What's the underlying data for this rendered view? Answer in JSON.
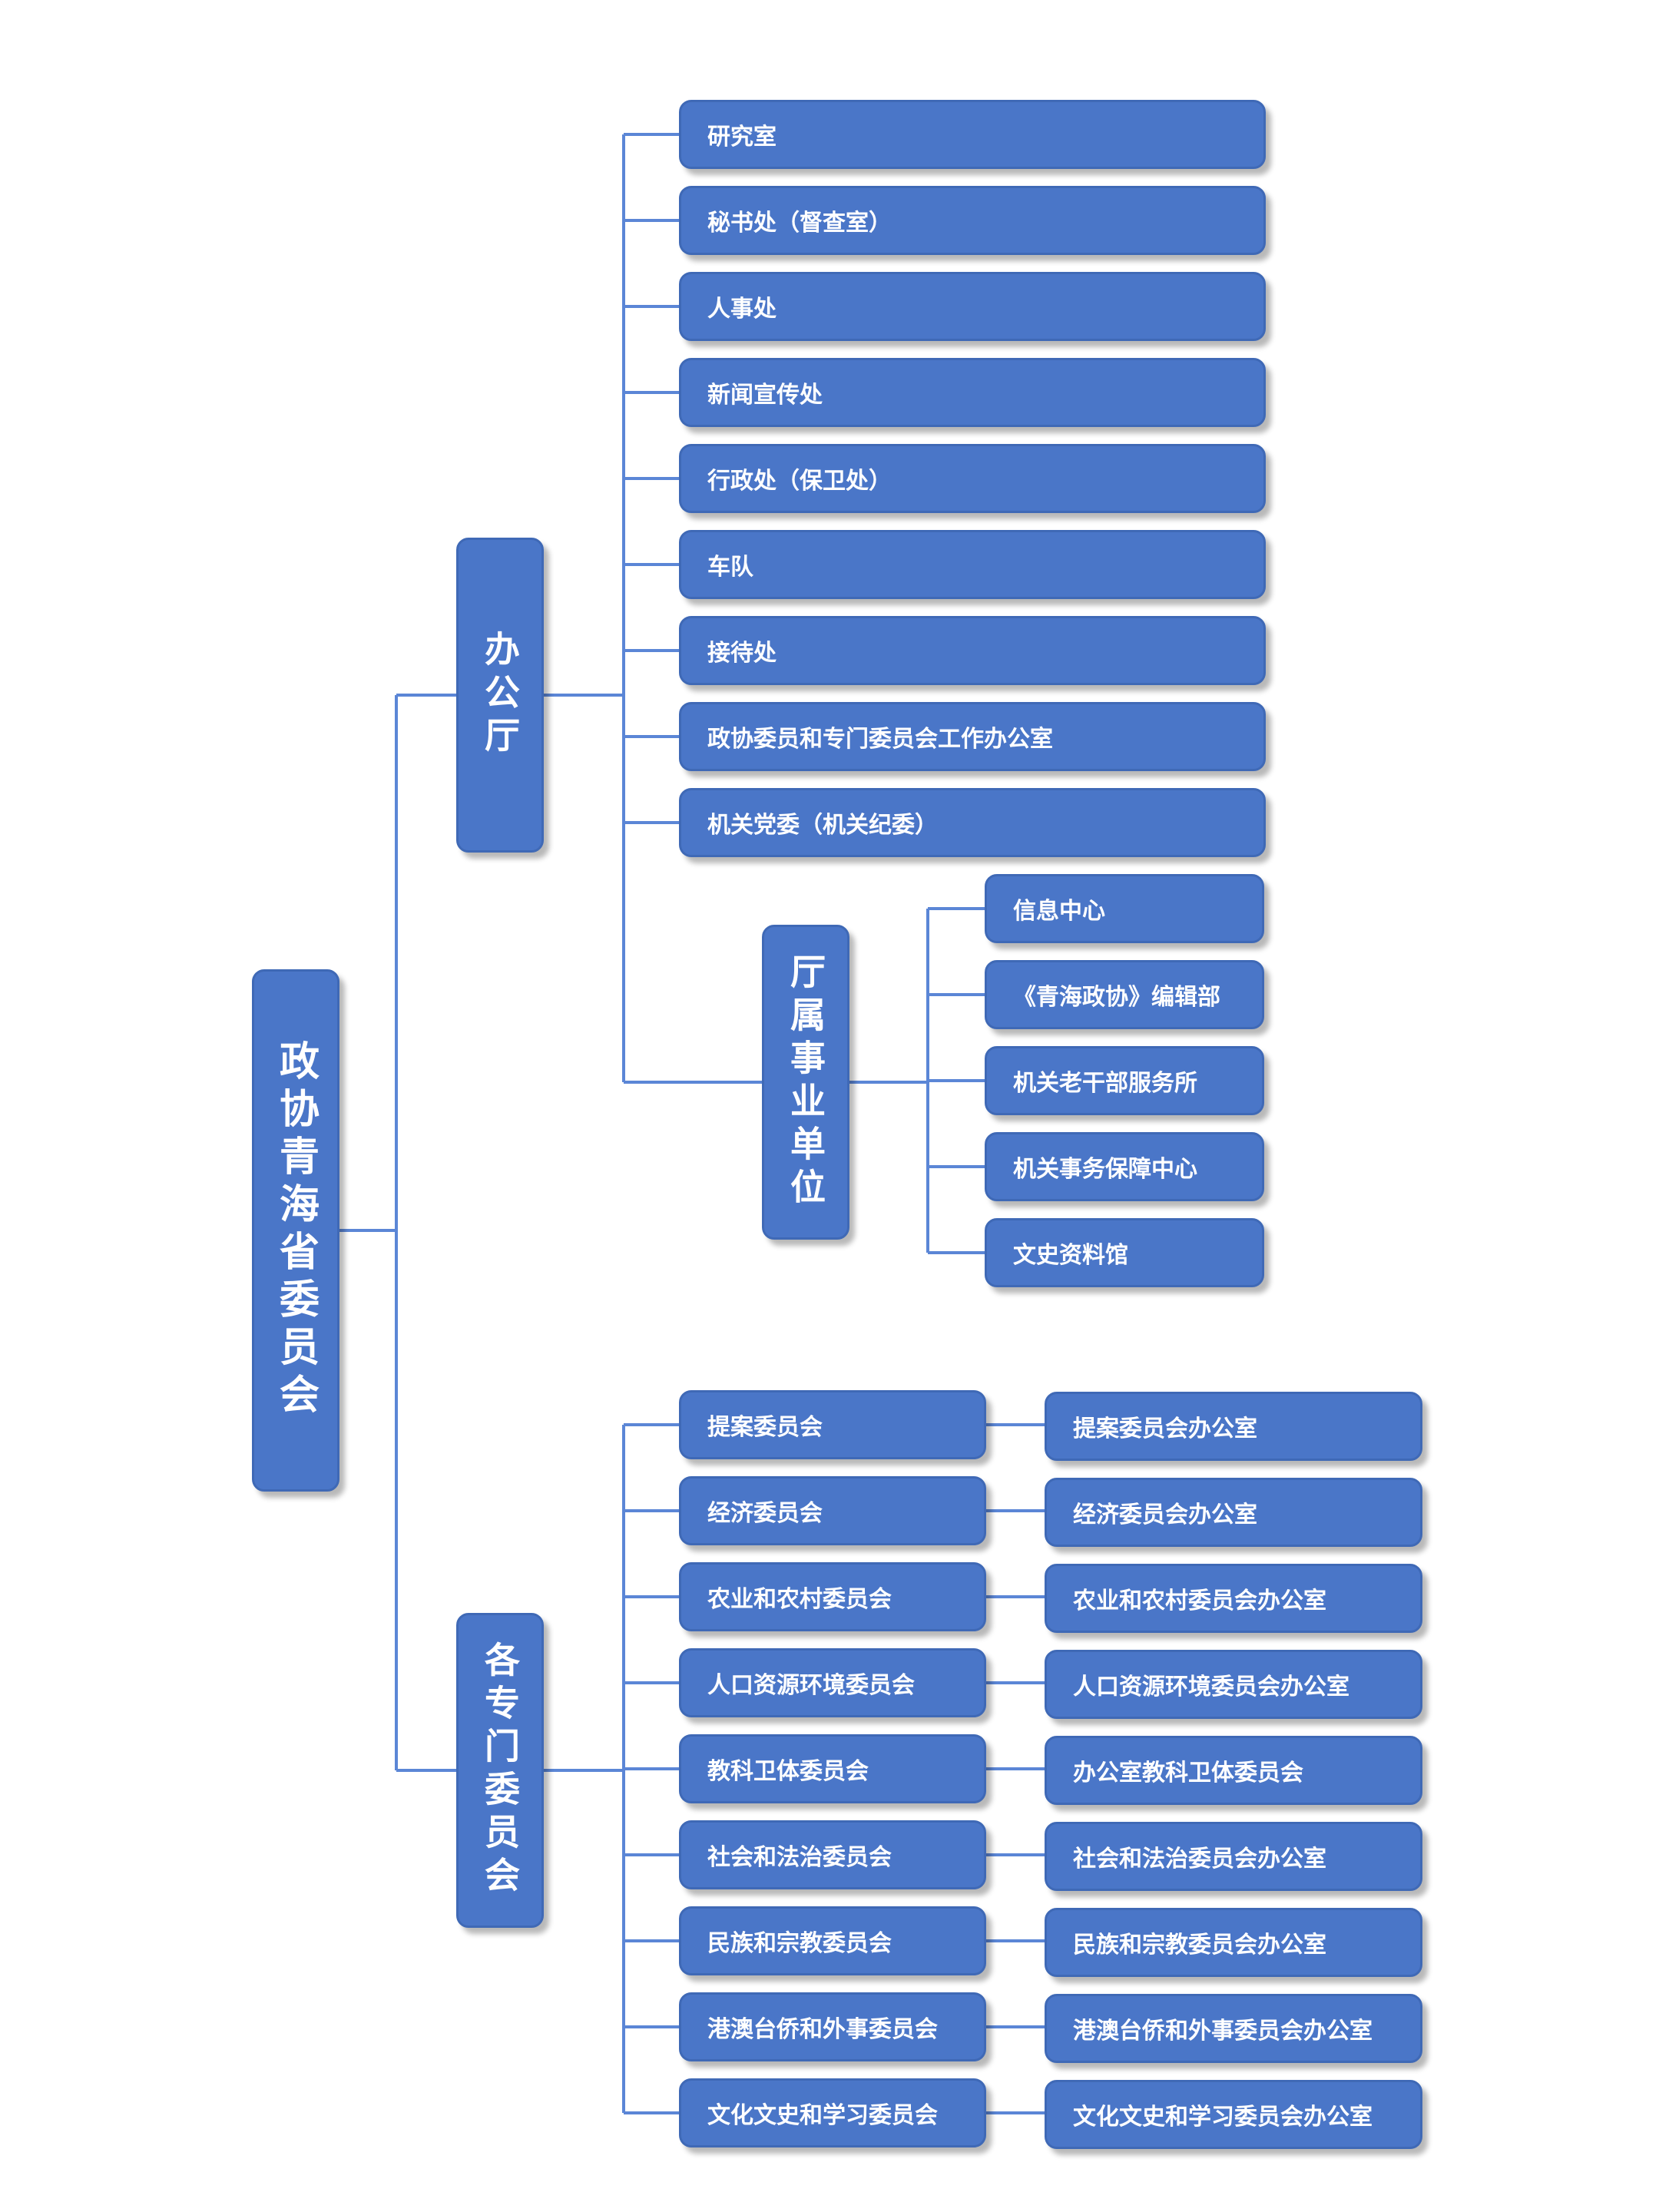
{
  "root": {
    "label": "政协青海省委员会"
  },
  "office": {
    "label": "办公厅",
    "departments": [
      "研究室",
      "秘书处（督查室）",
      "人事处",
      "新闻宣传处",
      "行政处（保卫处）",
      "车队",
      "接待处",
      "政协委员和专门委员会工作办公室",
      "机关党委（机关纪委）"
    ],
    "institutions": {
      "label": "厅属事业单位",
      "items": [
        "信息中心",
        "《青海政协》编辑部",
        "机关老干部服务所",
        "机关事务保障中心",
        "文史资料馆"
      ]
    }
  },
  "committees": {
    "label": "各专门委员会",
    "items": [
      {
        "name": "提案委员会",
        "office": "提案委员会办公室"
      },
      {
        "name": "经济委员会",
        "office": "经济委员会办公室"
      },
      {
        "name": "农业和农村委员会",
        "office": "农业和农村委员会办公室"
      },
      {
        "name": "人口资源环境委员会",
        "office": "人口资源环境委员会办公室"
      },
      {
        "name": "教科卫体委员会",
        "office": "办公室教科卫体委员会"
      },
      {
        "name": "社会和法治委员会",
        "office": "社会和法治委员会办公室"
      },
      {
        "name": "民族和宗教委员会",
        "office": "民族和宗教委员会办公室"
      },
      {
        "name": "港澳台侨和外事委员会",
        "office": "港澳台侨和外事委员会办公室"
      },
      {
        "name": "文化文史和学习委员会",
        "office": "文化文史和学习委员会办公室"
      }
    ]
  },
  "colors": {
    "box_fill": "#4a76c8",
    "box_border": "#3f69b6",
    "connector": "#5b86d6",
    "text": "#ffffff"
  }
}
